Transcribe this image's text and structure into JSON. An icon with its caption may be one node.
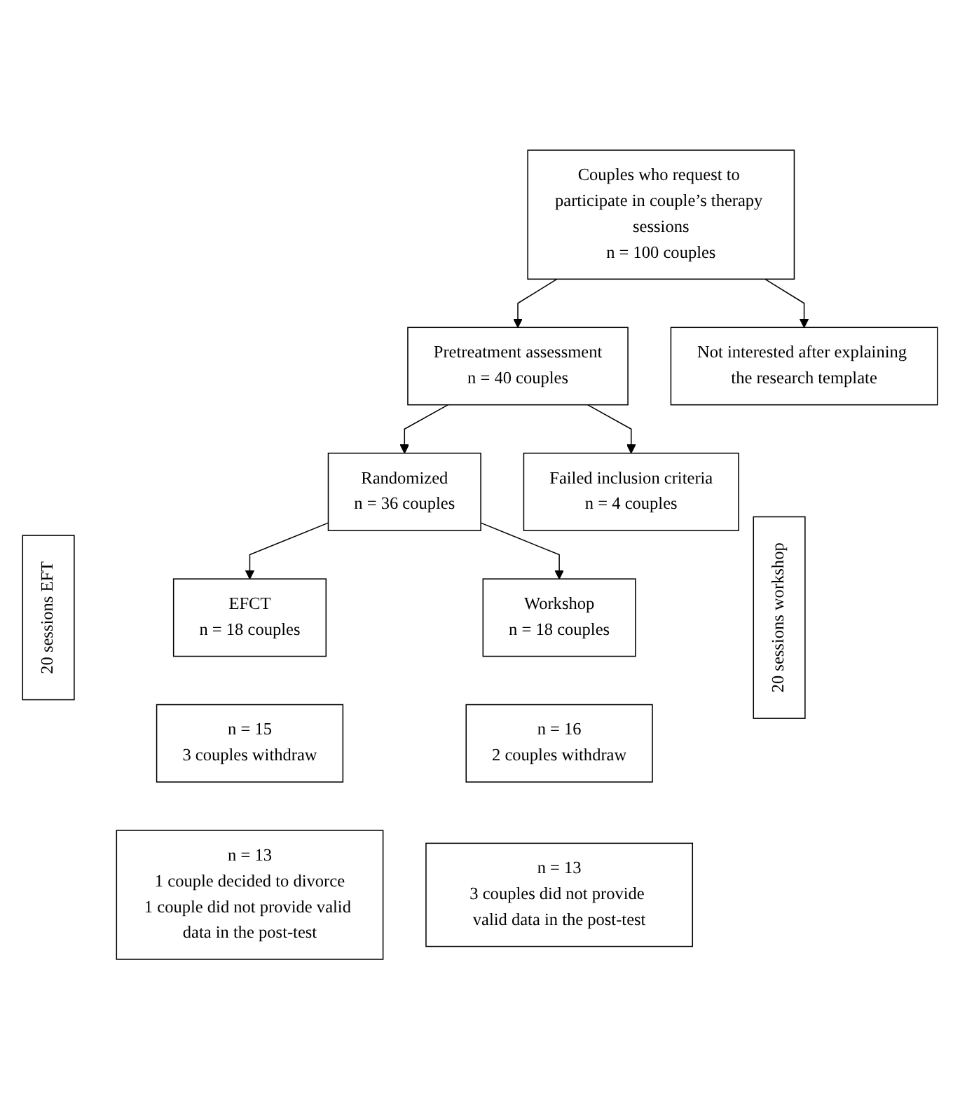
{
  "diagram": {
    "nodes": [
      {
        "text": [
          "Couples who request to participate in couple’s therapy sessions",
          "n = 100 couples"
        ]
      },
      {
        "text": [
          "Not interested after explaining the research template"
        ]
      },
      {
        "text": [
          "Pretreatment assessment",
          "n = 40 couples"
        ]
      },
      {
        "text": [
          "Failed inclusion criteria",
          "n = 4 couples"
        ]
      },
      {
        "text": [
          "Randomized",
          "n = 36 couples"
        ]
      },
      {
        "text": [
          "20 sessions EFT"
        ]
      },
      {
        "text": [
          "EFCT",
          "n = 18 couples"
        ]
      },
      {
        "text": [
          "Workshop",
          "n = 18 couples"
        ]
      },
      {
        "text": [
          "20 sessions workshop"
        ]
      },
      {
        "text": [
          "n = 15",
          "3 couples withdraw"
        ]
      },
      {
        "text": [
          "n = 16",
          "2 couples withdraw"
        ]
      },
      {
        "text": [
          "n = 13",
          "1 couple decided to divorce",
          "1 couple did not provide valid data in the post-test"
        ]
      },
      {
        "text": [
          "n = 13",
          "3 couples did not provide valid data in the post-test"
        ]
      }
    ],
    "edges": [
      {
        "from": 0,
        "to": 2,
        "arrow": "to"
      },
      {
        "from": 0,
        "to": 1,
        "arrow": "to"
      },
      {
        "from": 2,
        "to": 4,
        "arrow": "to"
      },
      {
        "from": 2,
        "to": 3,
        "arrow": "to"
      },
      {
        "from": 4,
        "to": 6,
        "arrow": "to"
      },
      {
        "from": 4,
        "to": 7,
        "arrow": "to"
      }
    ]
  }
}
